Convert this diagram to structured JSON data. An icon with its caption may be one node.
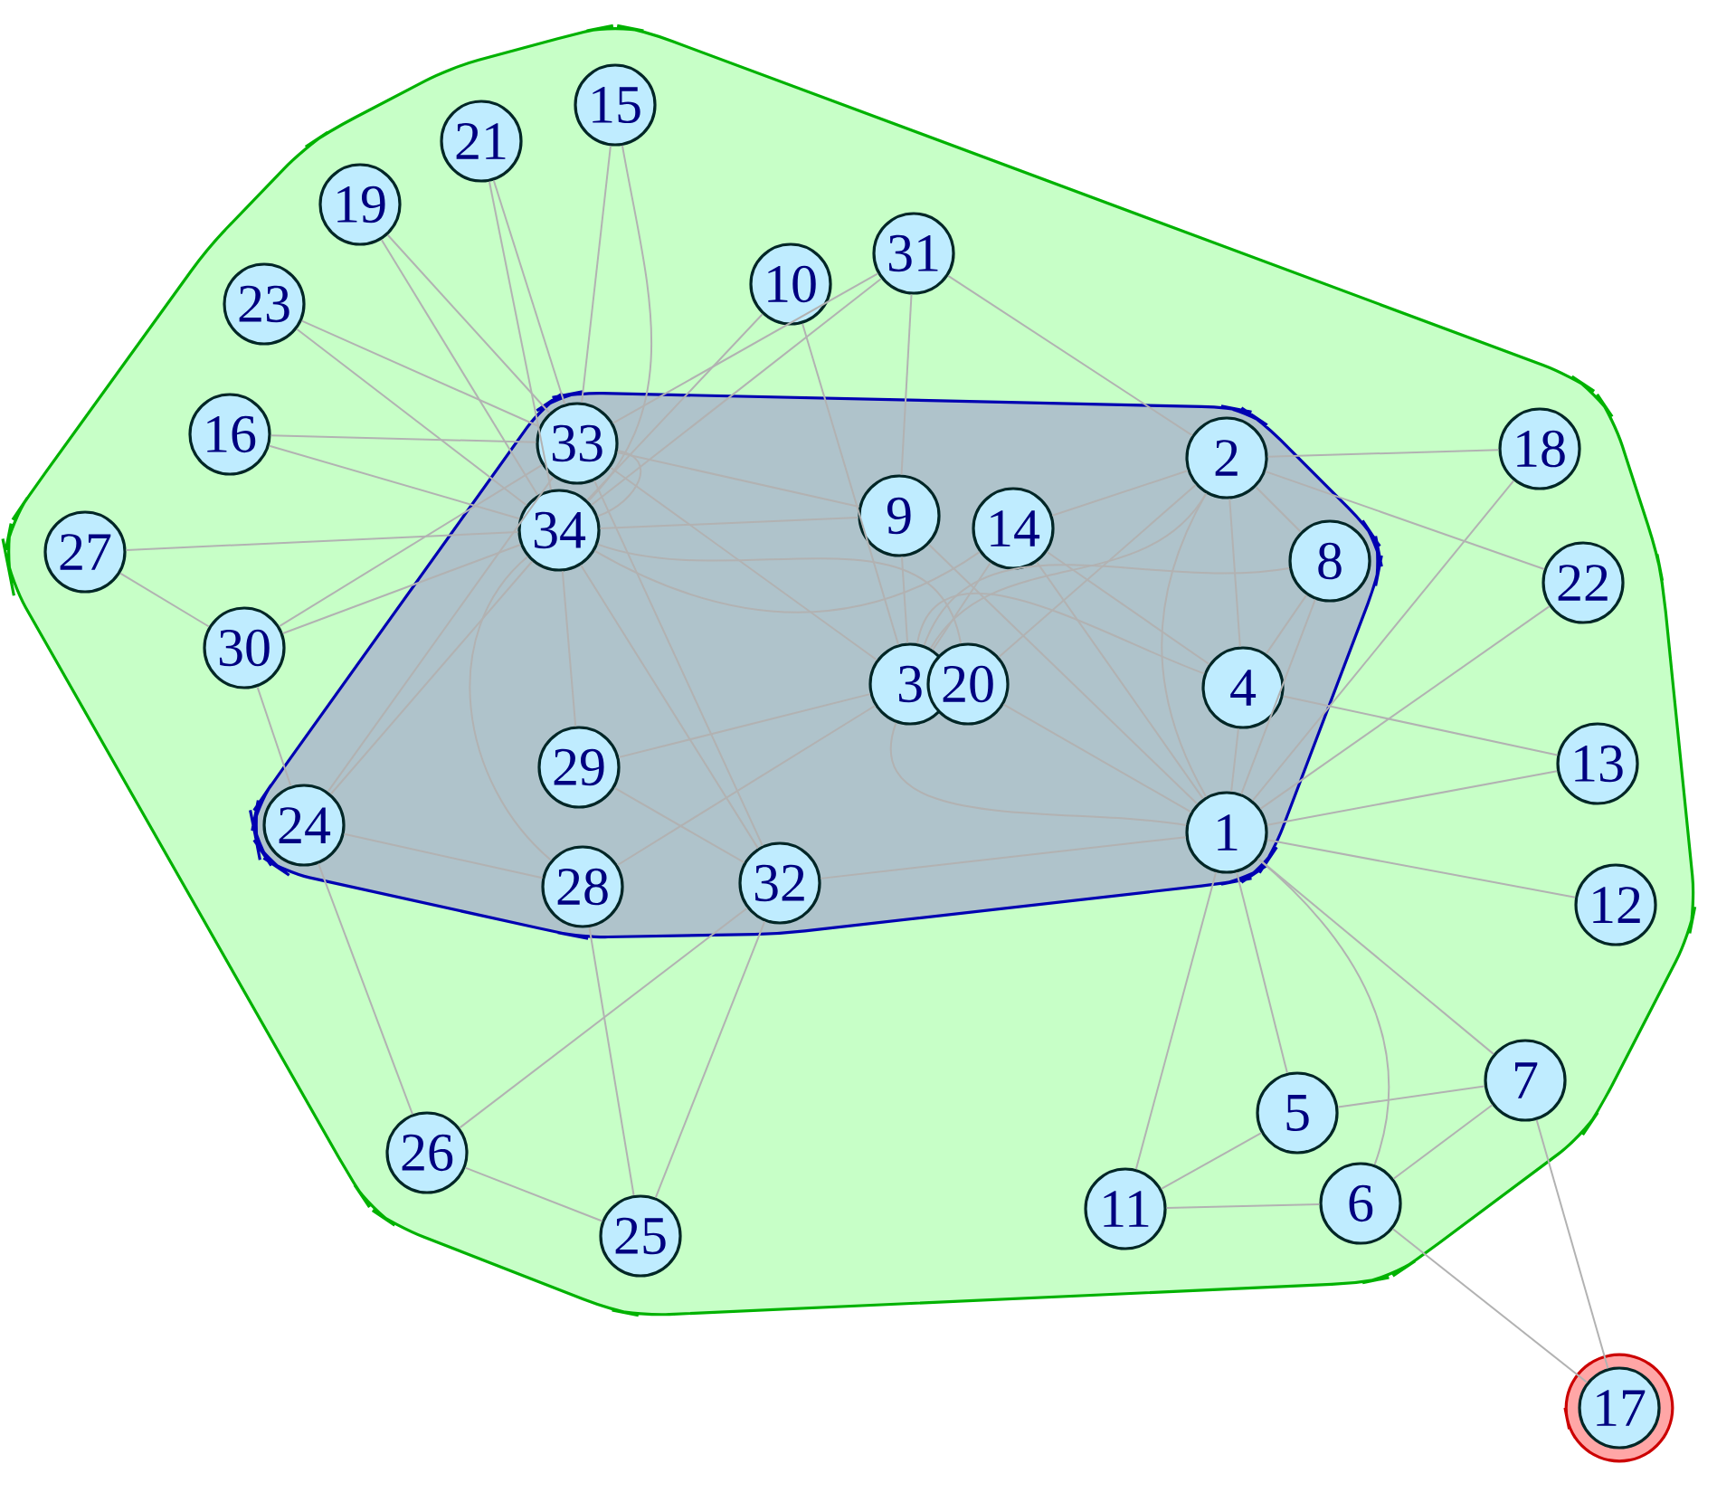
{
  "diagram": {
    "nodes": [
      {
        "text": [],
        "shape": "region"
      },
      {
        "text": [],
        "shape": "region",
        "in": 0
      },
      {
        "text": [],
        "shape": "region"
      },
      {
        "text": [
          "1"
        ],
        "in": 1
      },
      {
        "text": [
          "2"
        ],
        "in": 1
      },
      {
        "text": [
          "3"
        ],
        "in": 1
      },
      {
        "text": [
          "4"
        ],
        "in": 1
      },
      {
        "text": [
          "5"
        ],
        "in": 0
      },
      {
        "text": [
          "6"
        ],
        "in": 0
      },
      {
        "text": [
          "7"
        ],
        "in": 0
      },
      {
        "text": [
          "8"
        ],
        "in": 1
      },
      {
        "text": [
          "9"
        ],
        "in": 1
      },
      {
        "text": [
          "10"
        ],
        "in": 0
      },
      {
        "text": [
          "11"
        ],
        "in": 0
      },
      {
        "text": [
          "12"
        ],
        "in": 0
      },
      {
        "text": [
          "13"
        ],
        "in": 0
      },
      {
        "text": [
          "14"
        ],
        "in": 1
      },
      {
        "text": [
          "15"
        ],
        "in": 0
      },
      {
        "text": [
          "16"
        ],
        "in": 0
      },
      {
        "text": [
          "17"
        ],
        "in": 2
      },
      {
        "text": [
          "18"
        ],
        "in": 0
      },
      {
        "text": [
          "19"
        ],
        "in": 0
      },
      {
        "text": [
          "20"
        ],
        "in": 1
      },
      {
        "text": [
          "21"
        ],
        "in": 0
      },
      {
        "text": [
          "22"
        ],
        "in": 0
      },
      {
        "text": [
          "23"
        ],
        "in": 0
      },
      {
        "text": [
          "24"
        ],
        "in": 1
      },
      {
        "text": [
          "25"
        ],
        "in": 0
      },
      {
        "text": [
          "26"
        ],
        "in": 0
      },
      {
        "text": [
          "27"
        ],
        "in": 0
      },
      {
        "text": [
          "28"
        ],
        "in": 1
      },
      {
        "text": [
          "29"
        ],
        "in": 1
      },
      {
        "text": [
          "30"
        ],
        "in": 0
      },
      {
        "text": [
          "31"
        ],
        "in": 0
      },
      {
        "text": [
          "32"
        ],
        "in": 1
      },
      {
        "text": [
          "33"
        ],
        "in": 1
      },
      {
        "text": [
          "34"
        ],
        "in": 1
      }
    ],
    "edges": [
      {
        "from": 3,
        "to": 4,
        "arrow": "none"
      },
      {
        "from": 3,
        "to": 5,
        "arrow": "none"
      },
      {
        "from": 3,
        "to": 6,
        "arrow": "none"
      },
      {
        "from": 3,
        "to": 7,
        "arrow": "none"
      },
      {
        "from": 3,
        "to": 8,
        "arrow": "none"
      },
      {
        "from": 3,
        "to": 9,
        "arrow": "none"
      },
      {
        "from": 3,
        "to": 10,
        "arrow": "none"
      },
      {
        "from": 3,
        "to": 11,
        "arrow": "none"
      },
      {
        "from": 3,
        "to": 13,
        "arrow": "none"
      },
      {
        "from": 3,
        "to": 14,
        "arrow": "none"
      },
      {
        "from": 3,
        "to": 15,
        "arrow": "none"
      },
      {
        "from": 3,
        "to": 16,
        "arrow": "none"
      },
      {
        "from": 3,
        "to": 20,
        "arrow": "none"
      },
      {
        "from": 3,
        "to": 22,
        "arrow": "none"
      },
      {
        "from": 3,
        "to": 24,
        "arrow": "none"
      },
      {
        "from": 3,
        "to": 34,
        "arrow": "none"
      },
      {
        "from": 4,
        "to": 5,
        "arrow": "none"
      },
      {
        "from": 4,
        "to": 6,
        "arrow": "none"
      },
      {
        "from": 4,
        "to": 10,
        "arrow": "none"
      },
      {
        "from": 4,
        "to": 16,
        "arrow": "none"
      },
      {
        "from": 4,
        "to": 20,
        "arrow": "none"
      },
      {
        "from": 4,
        "to": 22,
        "arrow": "none"
      },
      {
        "from": 4,
        "to": 24,
        "arrow": "none"
      },
      {
        "from": 4,
        "to": 33,
        "arrow": "none"
      },
      {
        "from": 5,
        "to": 6,
        "arrow": "none"
      },
      {
        "from": 5,
        "to": 10,
        "arrow": "none"
      },
      {
        "from": 5,
        "to": 11,
        "arrow": "none"
      },
      {
        "from": 5,
        "to": 12,
        "arrow": "none"
      },
      {
        "from": 5,
        "to": 16,
        "arrow": "none"
      },
      {
        "from": 5,
        "to": 30,
        "arrow": "none"
      },
      {
        "from": 5,
        "to": 31,
        "arrow": "none"
      },
      {
        "from": 5,
        "to": 35,
        "arrow": "none"
      },
      {
        "from": 6,
        "to": 10,
        "arrow": "none"
      },
      {
        "from": 6,
        "to": 15,
        "arrow": "none"
      },
      {
        "from": 6,
        "to": 16,
        "arrow": "none"
      },
      {
        "from": 7,
        "to": 9,
        "arrow": "none"
      },
      {
        "from": 7,
        "to": 13,
        "arrow": "none"
      },
      {
        "from": 8,
        "to": 9,
        "arrow": "none"
      },
      {
        "from": 8,
        "to": 13,
        "arrow": "none"
      },
      {
        "from": 8,
        "to": 19,
        "arrow": "none"
      },
      {
        "from": 9,
        "to": 19,
        "arrow": "none"
      },
      {
        "from": 11,
        "to": 33,
        "arrow": "none"
      },
      {
        "from": 11,
        "to": 35,
        "arrow": "none"
      },
      {
        "from": 11,
        "to": 36,
        "arrow": "none"
      },
      {
        "from": 12,
        "to": 36,
        "arrow": "none"
      },
      {
        "from": 16,
        "to": 36,
        "arrow": "none"
      },
      {
        "from": 17,
        "to": 35,
        "arrow": "none"
      },
      {
        "from": 17,
        "to": 36,
        "arrow": "none"
      },
      {
        "from": 18,
        "to": 35,
        "arrow": "none"
      },
      {
        "from": 18,
        "to": 36,
        "arrow": "none"
      },
      {
        "from": 21,
        "to": 35,
        "arrow": "none"
      },
      {
        "from": 21,
        "to": 36,
        "arrow": "none"
      },
      {
        "from": 22,
        "to": 36,
        "arrow": "none"
      },
      {
        "from": 23,
        "to": 35,
        "arrow": "none"
      },
      {
        "from": 23,
        "to": 36,
        "arrow": "none"
      },
      {
        "from": 25,
        "to": 35,
        "arrow": "none"
      },
      {
        "from": 25,
        "to": 36,
        "arrow": "none"
      },
      {
        "from": 26,
        "to": 28,
        "arrow": "none"
      },
      {
        "from": 26,
        "to": 30,
        "arrow": "none"
      },
      {
        "from": 26,
        "to": 32,
        "arrow": "none"
      },
      {
        "from": 26,
        "to": 35,
        "arrow": "none"
      },
      {
        "from": 26,
        "to": 36,
        "arrow": "none"
      },
      {
        "from": 27,
        "to": 28,
        "arrow": "none"
      },
      {
        "from": 27,
        "to": 30,
        "arrow": "none"
      },
      {
        "from": 27,
        "to": 34,
        "arrow": "none"
      },
      {
        "from": 28,
        "to": 34,
        "arrow": "none"
      },
      {
        "from": 29,
        "to": 32,
        "arrow": "none"
      },
      {
        "from": 29,
        "to": 36,
        "arrow": "none"
      },
      {
        "from": 30,
        "to": 36,
        "arrow": "none"
      },
      {
        "from": 31,
        "to": 34,
        "arrow": "none"
      },
      {
        "from": 31,
        "to": 36,
        "arrow": "none"
      },
      {
        "from": 32,
        "to": 35,
        "arrow": "none"
      },
      {
        "from": 32,
        "to": 36,
        "arrow": "none"
      },
      {
        "from": 33,
        "to": 35,
        "arrow": "none"
      },
      {
        "from": 33,
        "to": 36,
        "arrow": "none"
      },
      {
        "from": 34,
        "to": 35,
        "arrow": "none"
      },
      {
        "from": 34,
        "to": 36,
        "arrow": "none"
      },
      {
        "from": 35,
        "to": 36,
        "arrow": "none"
      }
    ]
  }
}
